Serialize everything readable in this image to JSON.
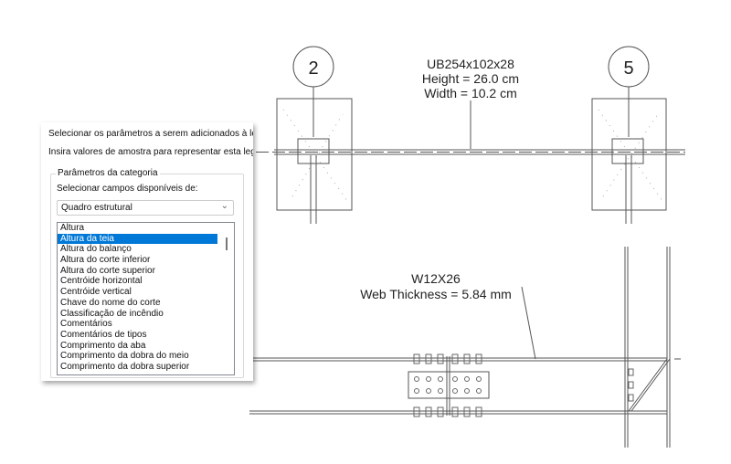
{
  "dialog": {
    "line1": "Selecionar os parâmetros a serem adicionados à leg",
    "line2": "Insira valores de amostra para representar esta leg",
    "group_title": "Parâmetros da categoria",
    "fields_label": "Selecionar campos disponíveis de:",
    "combo_value": "Quadro estrutural",
    "selected_index": 1,
    "items": [
      "Altura",
      "Altura da teia",
      "Altura do balanço",
      "Altura do corte inferior",
      "Altura do corte superior",
      "Centróide horizontal",
      "Centróide vertical",
      "Chave do nome do corte",
      "Classificação de incêndio",
      "Comentários",
      "Comentários de tipos",
      "Comprimento da aba",
      "Comprimento da dobra do meio",
      "Comprimento da dobra superior"
    ]
  },
  "drawing_top": {
    "grid_left": "2",
    "grid_right": "5",
    "tag_line1": "UB254x102x28",
    "tag_line2": "Height = 26.0 cm",
    "tag_line3": "Width = 10.2 cm"
  },
  "drawing_bottom": {
    "tag_line1": "W12X26",
    "tag_line2": "Web Thickness = 5.84 mm"
  },
  "colors": {
    "selection": "#0078d7",
    "line": "#555555"
  }
}
